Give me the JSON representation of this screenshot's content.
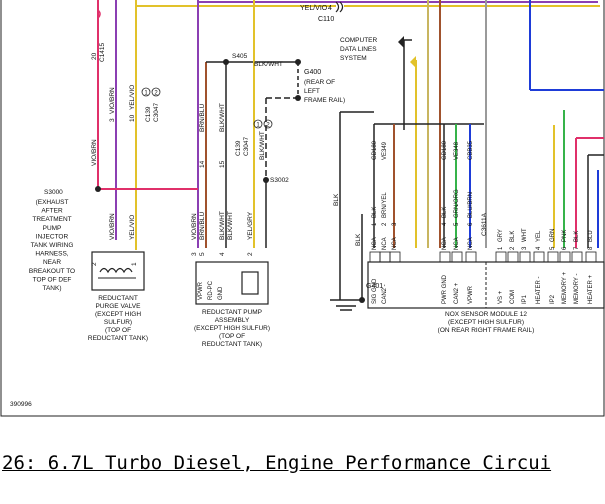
{
  "diagram_id": "390996",
  "caption": "26: 6.7L Turbo Diesel, Engine Performance Circui",
  "connectors": {
    "c110": "C110",
    "c110_pin": "4",
    "c1415": "C1415",
    "c1415_pin": "20",
    "c139_a": "C139",
    "c3047_a": "C3047",
    "c139_b": "C139",
    "c3047_b": "C3047",
    "pin_10": "10",
    "pin_3": "3",
    "pin_14": "14",
    "pin_15": "15",
    "circle_1": "1",
    "circle_2": "2"
  },
  "splices": {
    "s405": "S405",
    "s3002": "S3002",
    "s3000": "S3000",
    "s3000_desc": [
      "(EXHAUST",
      "AFTER",
      "TREATMENT",
      "PUMP",
      "INJECTOR",
      "TANK WIRING",
      "HARNESS,",
      "NEAR",
      "BREAKOUT TO",
      "TOP OF DEF",
      "TANK)"
    ]
  },
  "grounds": {
    "g400": "G400",
    "g400_desc": [
      "(REAR OF",
      "LEFT",
      "FRAME RAIL)"
    ],
    "g401": "G401"
  },
  "computer_lines": [
    "COMPUTER",
    "DATA LINES",
    "SYSTEM"
  ],
  "wires": {
    "yel_vio_top": "YEL/VIO",
    "blk_wht_g400": "BLK/WHT",
    "vio_brn_a": "VIO/BRN",
    "yel_vio_a": "YEL/VIO",
    "brn_blu": "BRN/BLU",
    "blk_wht_a": "BLK/WHT",
    "blk_wht_b": "BLK/WHT",
    "vio_brn_b": "VIO/BRN",
    "yel_vio_b": "YEL/VIO",
    "vio_brn_c": "VIO/BRN",
    "brn_blu_b": "BRN/BLU",
    "blk_wht_c": "BLK/WHT",
    "blk_wht_d": "BLK/WHT",
    "yel_gry": "YEL/GRY",
    "blk_a": "BLK",
    "blk_b": "BLK"
  },
  "purge_valve": {
    "pins": [
      "2",
      "1"
    ],
    "label": [
      "REDUCTANT",
      "PURGE VALVE",
      "(EXCEPT HIGH",
      "SULFUR)",
      "(TOP OF",
      "REDUCTANT TANK)"
    ]
  },
  "pump": {
    "pins": [
      "3",
      "5",
      "4",
      "2"
    ],
    "pin_labels": [
      "VPWR",
      "RD-PC",
      "GND"
    ],
    "label": [
      "REDUCTANT PUMP",
      "ASSEMBLY",
      "(EXCEPT HIGH SULFUR)",
      "(TOP OF",
      "REDUCTANT TANK)"
    ]
  },
  "nox_module": {
    "left_pins": [
      {
        "pin": "NCA",
        "num": "1",
        "color": "BLK",
        "circuit": "GD180",
        "func": "SIG GND"
      },
      {
        "pin": "NCA",
        "num": "2",
        "color": "BRN/YEL",
        "circuit": "VE349",
        "func": "CAN2 -"
      },
      {
        "pin": "NCA",
        "num": "3",
        "color": "",
        "circuit": "",
        "func": ""
      },
      {
        "pin": "NCA",
        "num": "4",
        "color": "BLK",
        "circuit": "GD180",
        "func": "PWR GND"
      },
      {
        "pin": "NCA",
        "num": "5",
        "color": "GRN/ORG",
        "circuit": "VE348",
        "func": "CAN2 +"
      },
      {
        "pin": "NCA",
        "num": "6",
        "color": "BLU/BRN",
        "circuit": "CBB35",
        "func": "VPWR"
      }
    ],
    "right_pins": [
      {
        "num": "1",
        "color": "GRY",
        "func": "VS +"
      },
      {
        "num": "2",
        "color": "BLK",
        "func": "COM"
      },
      {
        "num": "3",
        "color": "WHT",
        "func": "IP1"
      },
      {
        "num": "4",
        "color": "YEL",
        "func": "HEATER -"
      },
      {
        "num": "5",
        "color": "GRN",
        "func": "IP2"
      },
      {
        "num": "6",
        "color": "PNK",
        "func": "MEMORY +"
      },
      {
        "num": "7",
        "color": "BLK",
        "func": "MEMORY -"
      },
      {
        "num": "8",
        "color": "BLU",
        "func": "HEATER +"
      }
    ],
    "c3611a": "C3611A",
    "label": [
      "NOX SENSOR MODULE 12",
      "(EXCEPT HIGH SULFUR)",
      "(ON REAR RIGHT FRAME RAIL)"
    ]
  },
  "colors": {
    "violet": "#8b3fb3",
    "yellow": "#e2c22a",
    "pink": "#e0306a",
    "brown": "#a0522d",
    "blue": "#1e3cd8",
    "green": "#36b34a",
    "gray": "#9a9a9a",
    "black": "#222222"
  }
}
